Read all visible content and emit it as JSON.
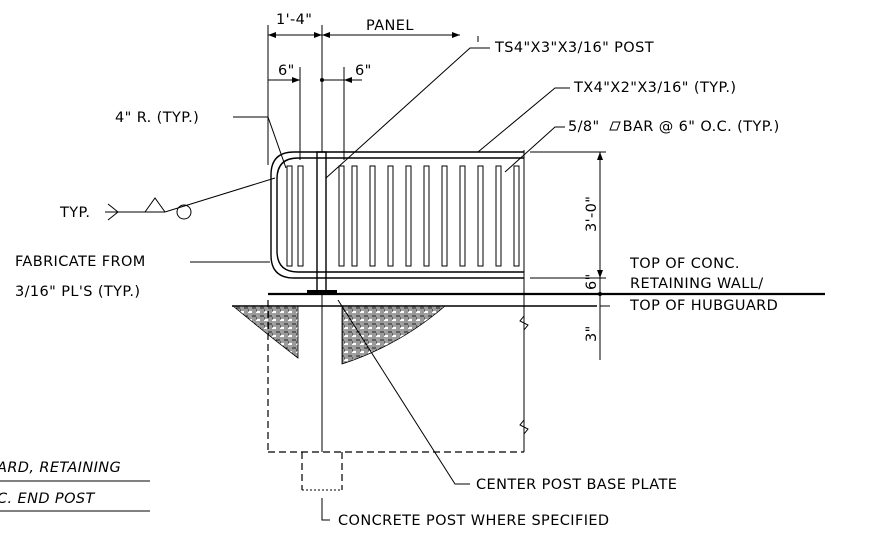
{
  "dimensions": {
    "top_span": "1'-4\"",
    "panel": "PANEL",
    "left_offset": "6\"",
    "right_offset": "6\"",
    "rail_height": "3'-0\"",
    "wall_gap": "6\"",
    "below_grade": "3\""
  },
  "callouts": {
    "post": "TS4\"X3\"X3/16\" POST",
    "rail": "TX4\"X2\"X3/16\" (TYP.)",
    "bar_prefix": "5/8\"",
    "bar_suffix": " BAR @ 6\" O.C. (TYP.)",
    "radius": "4\" R. (TYP.)",
    "weld_typ": "TYP.",
    "fabricate_line1": "FABRICATE FROM",
    "fabricate_line2": "3/16\" PL'S (TYP.)",
    "wall_top_line1": "TOP OF CONC.",
    "wall_top_line2": "RETAINING WALL/",
    "hubguard_top": "TOP OF HUBGUARD",
    "base_plate": "CENTER POST BASE PLATE",
    "concrete_post": "CONCRETE POST WHERE SPECIFIED"
  },
  "caption": {
    "line1": "ARD, RETAINING",
    "line2": "C. END POST"
  }
}
